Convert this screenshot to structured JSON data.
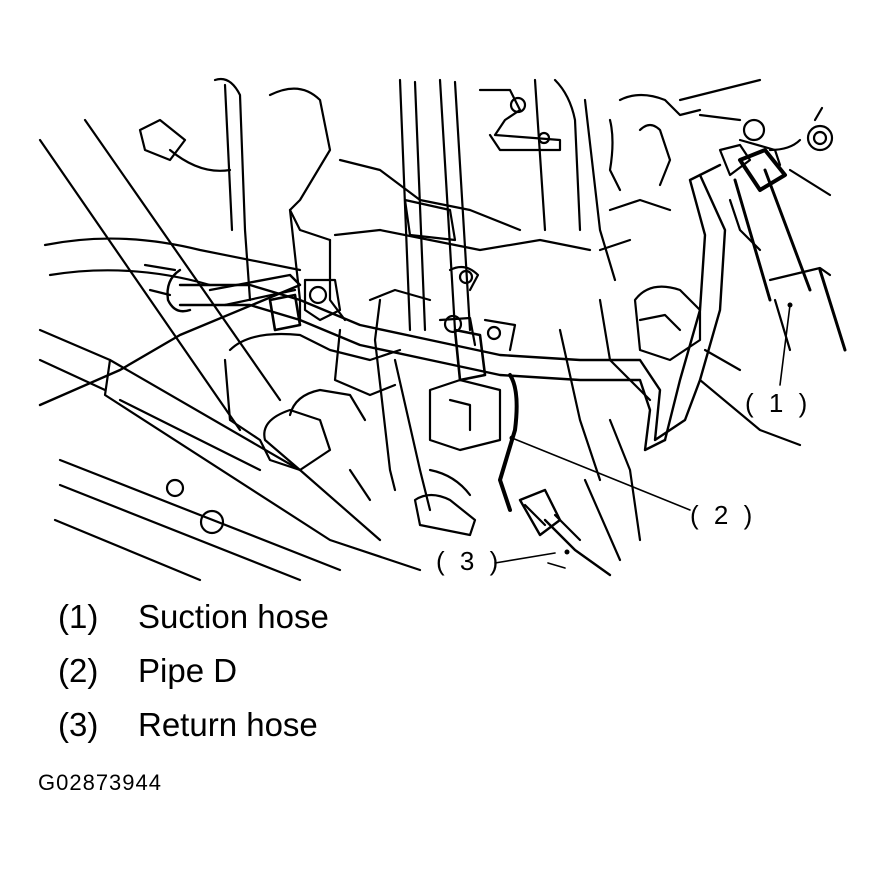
{
  "callouts": [
    {
      "id": "1",
      "label": "( 1 )"
    },
    {
      "id": "2",
      "label": "( 2 )"
    },
    {
      "id": "3",
      "label": "( 3 )"
    }
  ],
  "legend": [
    {
      "number": "(1)",
      "text": "Suction hose"
    },
    {
      "number": "(2)",
      "text": "Pipe D"
    },
    {
      "number": "(3)",
      "text": "Return hose"
    }
  ],
  "figure_code": "G02873944"
}
